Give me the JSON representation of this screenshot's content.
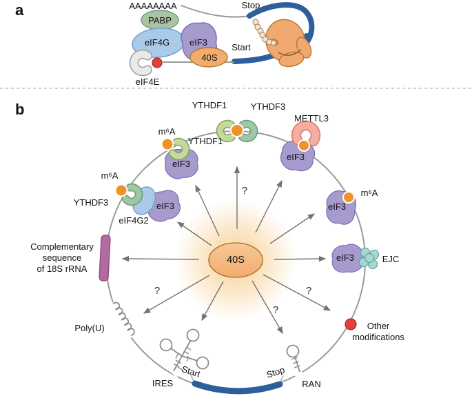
{
  "panel_a": {
    "label": "a",
    "polya": "AAAAAAAA",
    "stop": "Stop",
    "start": "Start",
    "pabp": "PABP",
    "eif4g": "eIF4G",
    "eif3": "eIF3",
    "ssu": "40S",
    "eif4e": "eIF4E"
  },
  "panel_b": {
    "label": "b",
    "center_ssu": "40S",
    "question_mark": "?",
    "top_readers": {
      "ythdf1": "YTHDF1",
      "ythdf3": "YTHDF3"
    },
    "upper_left_complex": {
      "m6a": "m⁶A",
      "ythdf1": "YTHDF1",
      "eif3": "eIF3"
    },
    "left_complex": {
      "m6a": "m⁶A",
      "ythdf3": "YTHDF3",
      "eif4g2": "eIF4G2",
      "eif3": "eIF3"
    },
    "mettl3_complex": {
      "mettl3": "METTL3",
      "eif3": "eIF3"
    },
    "right_m6a_complex": {
      "m6a": "m⁶A",
      "eif3": "eIF3"
    },
    "ejc_complex": {
      "eif3": "eIF3",
      "ejc": "EJC"
    },
    "complementary_sequence": {
      "line1": "Complementary",
      "line2": "sequence",
      "line3": "of 18S rRNA"
    },
    "polyu": "Poly(U)",
    "ires": "IRES",
    "start": "Start",
    "stop": "Stop",
    "ran": "RAN",
    "other_modifications": {
      "line1": "Other",
      "line2": "modifications"
    }
  },
  "colors": {
    "ythdf1_green_light": "#c5d99f",
    "ythdf1_edge": "#84a055",
    "ythdf3_green": "#9fc7a6",
    "ythdf3_edge": "#699a72",
    "mettl3_salmon": "#f5ae9f",
    "mettl3_edge": "#d98275",
    "m6a_orange": "#ee9327",
    "m6a_edge": "#c7711a",
    "eif3_purple": "#a79bce",
    "eif3_edge": "#796bb3",
    "eif4g_blue": "#a9cbe9",
    "eif4g_edge": "#6d9bc8",
    "pabp_green": "#a9c3a4",
    "pabp_edge": "#72987a",
    "ssu_orange": "#f2ac6e",
    "ssu_light": "#f7c896",
    "ssu_edge": "#a06a28",
    "eif4e_gray": "#e9e9e9",
    "eif4e_edge": "#9e9e9e",
    "cap_red": "#e2403c",
    "ejc_teal": "#a5d8d0",
    "ejc_edge": "#5fa79e",
    "mrna_coding_blue": "#2e5f9d",
    "rna_gray": "#9a9a9a",
    "comp_seq_mauve": "#b16b9e",
    "comp_seq_edge": "#8d4f80",
    "glow": "#f7cd8d",
    "ribosome_orange": "#f0aa70",
    "ribosome_edge": "#b97a3c"
  }
}
